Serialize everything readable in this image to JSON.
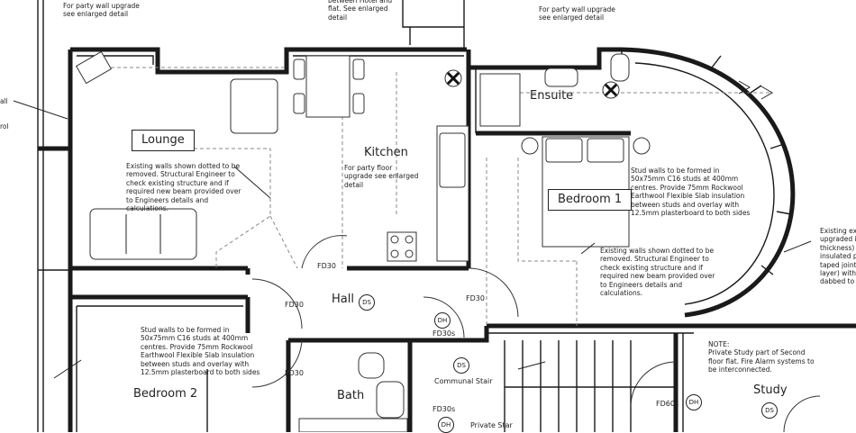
{
  "notes": {
    "party_wall_left": "For party wall upgrade\nsee enlarged detail",
    "party_wall_right": "For party wall upgrade\nsee enlarged detail",
    "hotel_flat": "between Hotel and\nflat. See enlarged\ndetail",
    "party_floor": "For party floor\nupgrade see enlarged\ndetail",
    "existing_walls_lounge": "Existing walls shown dotted to be\nremoved. Structural Engineer to\ncheck existing structure and if\nrequired new beam provided over\nto Engineers details and\ncalculations.",
    "existing_walls_bedroom": "Existing walls shown dotted to be\nremoved. Structural Engineer to\ncheck existing structure and if\nrequired new beam provided over\nto Engineers details and\ncalculations.",
    "stud_walls_right": "Stud walls to be formed in\n50x75mm C16 studs at 400mm\ncentres. Provide 75mm Rockwool\nEarthwool Flexible Slab insulation\nbetween studs and overlay with\n12.5mm plasterboard to both sides",
    "stud_walls_left": "Stud walls to be formed in\n50x75mm C16 studs at 400mm\ncentres. Provide 75mm Rockwool\nEarthwool Flexible Slab insulation\nbetween studs and overlay with\n12.5mm plasterboard to both sides",
    "study_note": "NOTE:\nPrivate Study part of Second\nfloor flat. Fire Alarm systems to\nbe interconnected.",
    "far_right": "Existing ext\nupgraded i\nthickness)\ninsulated p\ntaped joint\nlayer) with\ndabbed to",
    "far_left_1": "all",
    "far_left_2": "rol"
  },
  "rooms": {
    "lounge": "Lounge",
    "kitchen": "Kitchen",
    "ensuite": "Ensuite",
    "bedroom1": "Bedroom 1",
    "hall": "Hall",
    "bedroom2": "Bedroom 2",
    "bath": "Bath",
    "study": "Study",
    "communal_stair": "Communal Stair",
    "private_stair": "Private Star"
  },
  "tags": {
    "fd30_hall_left": "FD30",
    "fd30_kitchen": "FD30",
    "fd30_bedroom1": "FD30",
    "fd30_bed2": "FD30",
    "fd30s_hall": "FD30s",
    "fd30s_stair": "FD30s",
    "fd60s": "FD60s",
    "ds_hall": "DS",
    "dh_hall": "DH",
    "ds_stair": "DS",
    "dh_stair": "DH",
    "dh_study": "DH",
    "ds_study": "DS"
  }
}
